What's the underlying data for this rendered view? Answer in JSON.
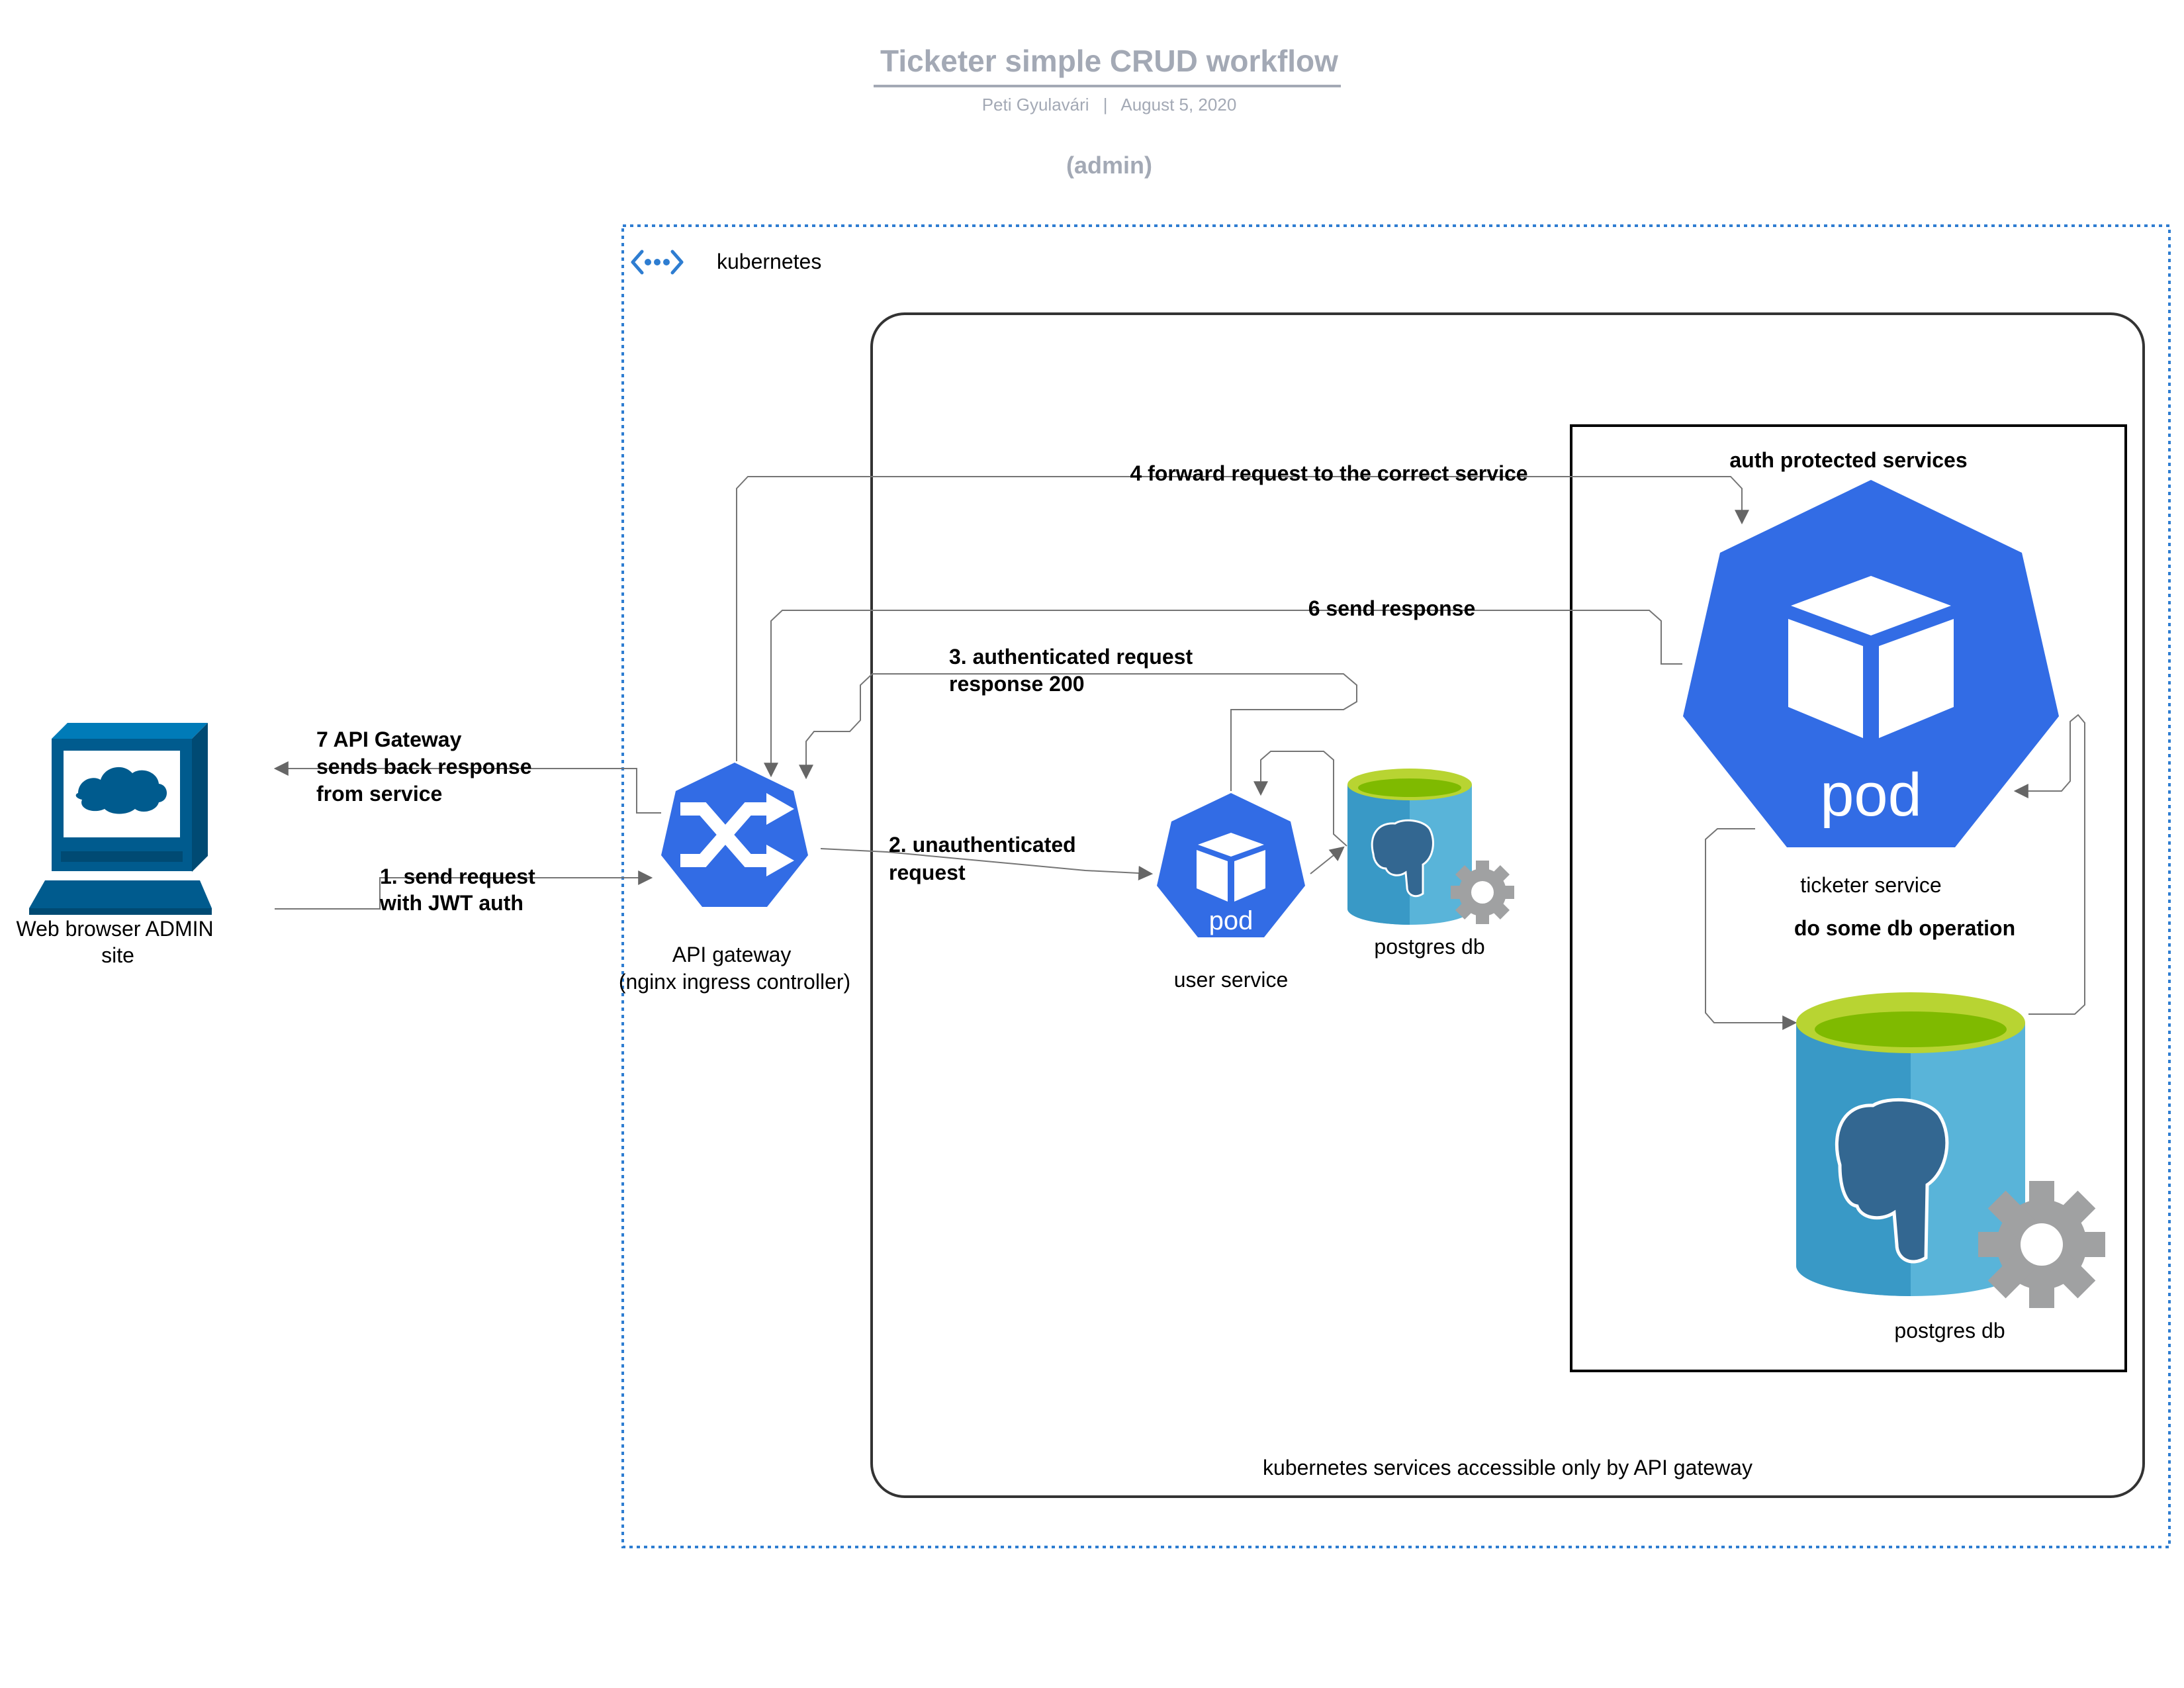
{
  "header": {
    "title": "Ticketer simple CRUD workflow",
    "author": "Peti Gyulavári",
    "separator": "|",
    "date": "August 5, 2020",
    "role": "(admin)"
  },
  "colors": {
    "k8s_blue": "#326CE5",
    "azure_blue": "#2E7DD1",
    "db_light": "#59B4D9",
    "db_dark": "#3999C6",
    "db_top": "#B8D432",
    "db_fill": "#7FBA00",
    "elephant": "#336791",
    "gear": "#A0A1A2",
    "browser": "#005B8E",
    "line": "#757575",
    "title_gray": "#A3A9B5",
    "text": "#000000"
  },
  "kubernetes": {
    "label": "kubernetes",
    "icon": "virtual-network-icon"
  },
  "services_box": {
    "caption": "kubernetes services accessible only by API gateway"
  },
  "auth_box": {
    "label": "auth protected services"
  },
  "nodes": {
    "browser": {
      "line1": "Web browser ADMIN",
      "line2": "site",
      "icon": "computer-icon"
    },
    "gateway": {
      "line1": "API gateway",
      "line2": "(nginx ingress controller)",
      "icon": "ingress-icon"
    },
    "user_service": {
      "label": "user service",
      "pod_text": "pod",
      "icon": "pod-icon"
    },
    "user_db": {
      "label": "postgres db",
      "icon": "postgres-database-icon"
    },
    "ticketer_service": {
      "label": "ticketer service",
      "pod_text": "pod",
      "icon": "pod-icon"
    },
    "ticketer_db": {
      "label": "postgres db",
      "icon": "postgres-database-icon"
    }
  },
  "edges": {
    "step1": {
      "line1": "1. send request",
      "line2": "with JWT auth"
    },
    "step2": {
      "line1": "2. unauthenticated",
      "line2": "request"
    },
    "step3": {
      "line1": "3. authenticated request",
      "line2": "response 200"
    },
    "step4": {
      "label": "4 forward request to the correct service"
    },
    "step5": {
      "label": "do some db operation"
    },
    "step6": {
      "label": "6 send response"
    },
    "step7": {
      "line1": "7 API Gateway",
      "line2": "sends back response",
      "line3": "from service"
    }
  }
}
